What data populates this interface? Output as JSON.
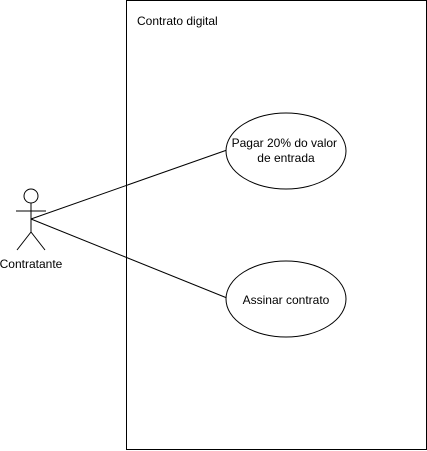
{
  "system_boundary": {
    "title": "Contrato digital"
  },
  "actor": {
    "label": "Contratante",
    "icon": "stick-figure-actor-icon"
  },
  "use_cases": [
    {
      "label_lines": [
        "Pagar 20% do valor",
        "de entrada"
      ]
    },
    {
      "label_lines": [
        "Assinar contrato"
      ]
    }
  ],
  "colors": {
    "stroke": "#000000",
    "background": "#ffffff"
  }
}
